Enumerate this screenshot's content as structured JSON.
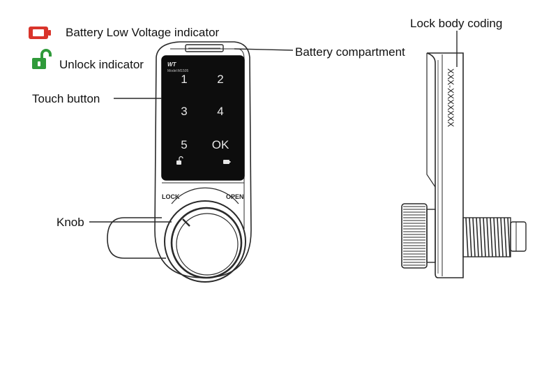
{
  "legend": {
    "battery_low_label": "Battery Low Voltage indicator",
    "unlock_label": "Unlock indicator",
    "battery_icon": "battery-low-icon",
    "unlock_icon": "unlock-icon",
    "battery_color": "#d9342b",
    "unlock_color": "#2f9a3a"
  },
  "callouts": {
    "battery_compartment": "Battery compartment",
    "touch_button": "Touch button",
    "knob": "Knob",
    "lock_body_coding": "Lock body coding"
  },
  "device": {
    "brand": "WT",
    "model": "Model:M1505",
    "keys": [
      "1",
      "2",
      "3",
      "4",
      "5",
      "OK"
    ],
    "lock_label": "LOCK",
    "open_label": "OPEN",
    "coding_text": "XXX-XXXXXXX"
  },
  "colors": {
    "line": "#2a2a2a",
    "panel": "#0d0d0d",
    "key_text": "#e6e6e6"
  }
}
